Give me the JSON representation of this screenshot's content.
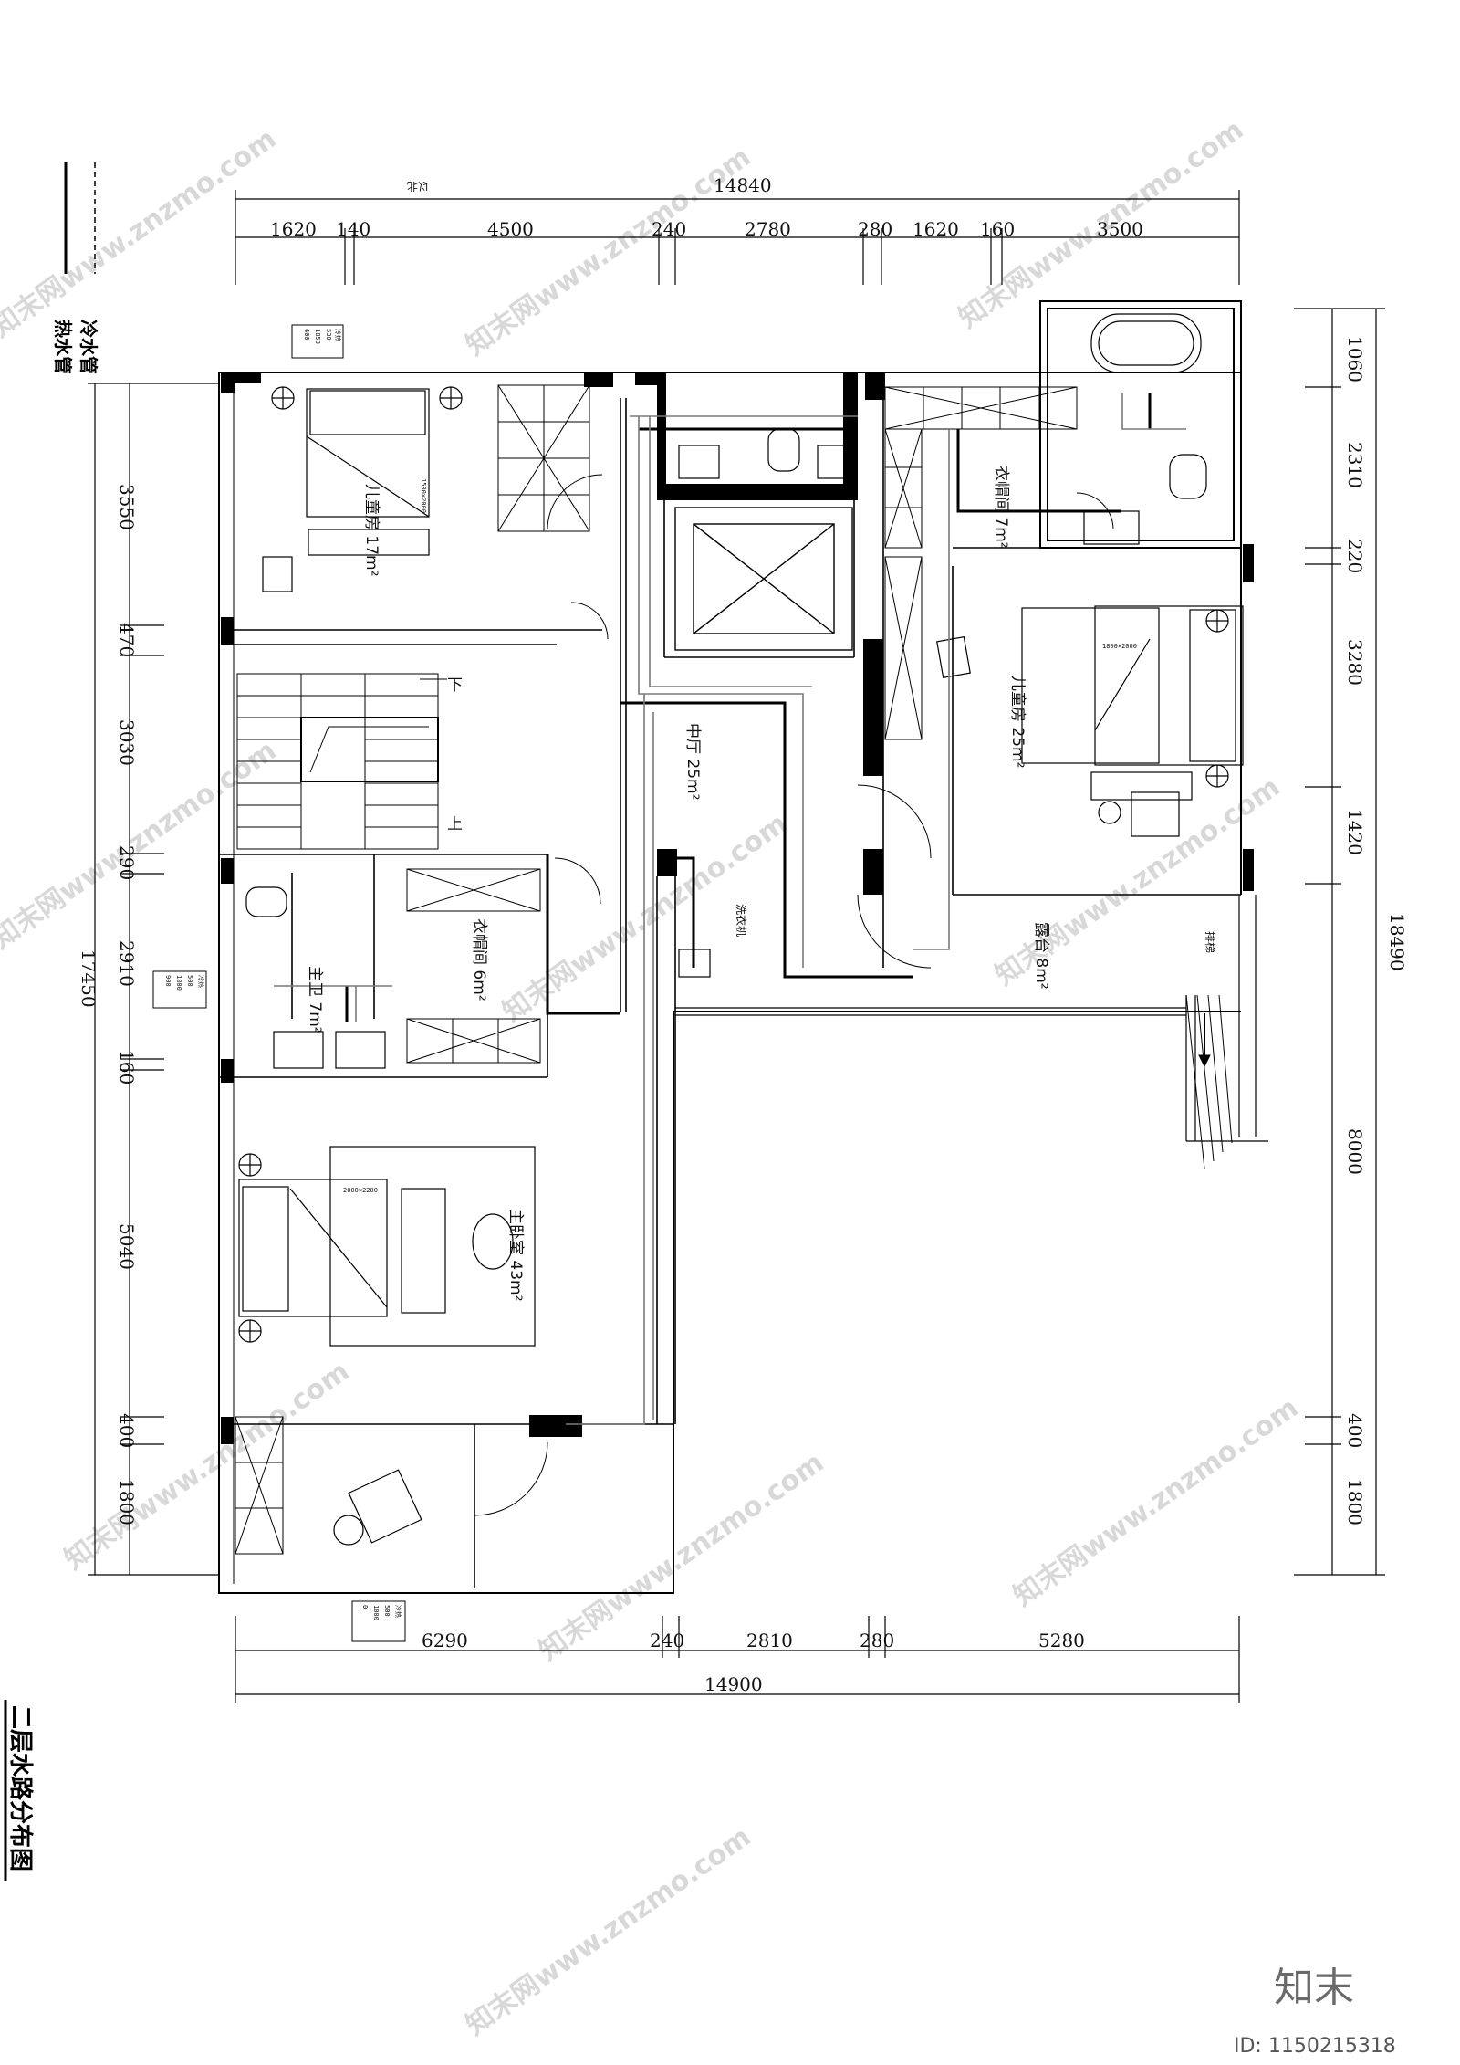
{
  "title": "二层水路分布图",
  "legend": {
    "cold": "冷水管",
    "hot": "热水管"
  },
  "top_dims": {
    "total": "14840",
    "segments": [
      "1620",
      "140",
      "4500",
      "240",
      "2780",
      "280",
      "1620",
      "160",
      "3500"
    ]
  },
  "bottom_dims": {
    "total": "14900",
    "segments": [
      "6290",
      "240",
      "2810",
      "280",
      "5280"
    ]
  },
  "left_dims": {
    "total": "17450",
    "segments": [
      "3550",
      "470",
      "3030",
      "290",
      "2910",
      "160",
      "5040",
      "400",
      "1800"
    ]
  },
  "right_dims": {
    "total": "18490",
    "segments": [
      "1060",
      "2310",
      "220",
      "3280",
      "1420",
      "8000",
      "400",
      "1800"
    ]
  },
  "rooms": {
    "kids1": "儿童房 17m²",
    "kids2": "儿童房 25m²",
    "closet_n": "衣帽间 7m²",
    "closet_mid": "衣帽间 6m²",
    "master_bath": "主卫 7m²",
    "hall": "中厅 25m²",
    "terrace": "露台 8m²",
    "master": "主卧室 43m²",
    "washer": "洗衣机",
    "stair_down": "下",
    "stair_up": "上",
    "north": "以北",
    "drain": "排梯"
  },
  "bed_sizes": {
    "b1": "1500×2000",
    "b2": "1800×2000",
    "b3": "2000×2200"
  },
  "tags": [
    {
      "lines": [
        "冷热",
        "530",
        "1850",
        "400"
      ]
    },
    {
      "lines": [
        "冷热",
        "500",
        "1800",
        "900"
      ]
    },
    {
      "lines": [
        "冷热",
        "500",
        "1000",
        "0"
      ]
    }
  ],
  "brand": "知末",
  "id_label": "ID: 1150215318",
  "watermark": "知末网www.znzmo.com",
  "colors": {
    "ink": "#111111",
    "wall": "#000000",
    "pipe_hot": "#000000",
    "pipe_cold": "#888888"
  }
}
